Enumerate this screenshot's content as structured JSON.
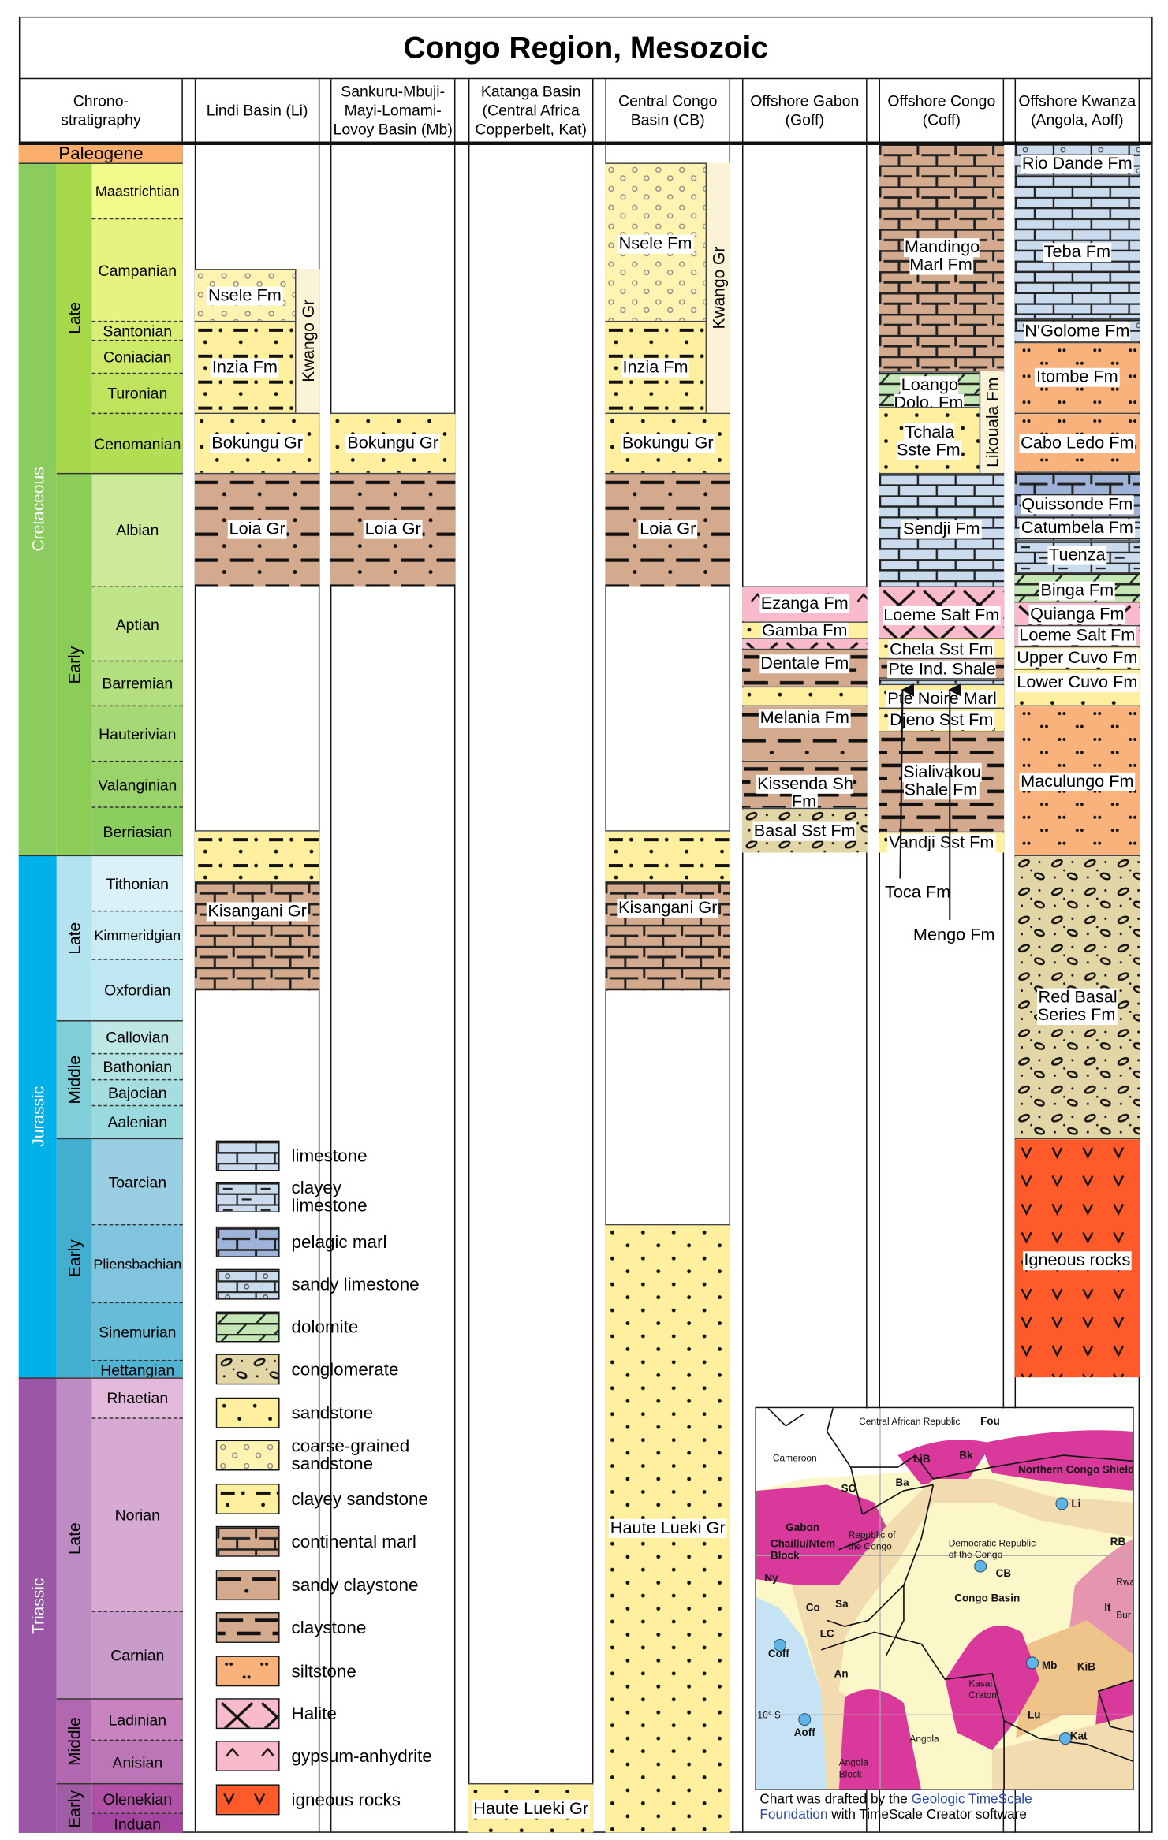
{
  "title": "Congo Region, Mesozoic",
  "header": {
    "chrono": "Chrono-\nstratigraphy",
    "columns": [
      "Lindi Basin (Li)",
      "Sankuru-Mbuji-\nMayi-Lomami-\nLovoy Basin (Mb)",
      "Katanga Basin\n(Central Africa\nCopperbelt, Kat)",
      "Central Congo\nBasin (CB)",
      "Offshore Gabon\n(Goff)",
      "Offshore Congo\n(Coff)",
      "Offshore Kwanza\n(Angola, Aoff)"
    ]
  },
  "chrono": {
    "top": {
      "name": "Paleogene",
      "color": "#FBAE6C"
    },
    "periods": [
      {
        "name": "Cretaceous",
        "color": "#8CCB5E"
      },
      {
        "name": "Jurassic",
        "color": "#00B0E8"
      },
      {
        "name": "Triassic",
        "color": "#9A57A5"
      }
    ],
    "epochs": [
      {
        "name": "Late",
        "color": "#A6D84A"
      },
      {
        "name": "Early",
        "color": "#8CCD57"
      },
      {
        "name": "Late",
        "color": "#B3E3EE"
      },
      {
        "name": "Middle",
        "color": "#80CFD8"
      },
      {
        "name": "Early",
        "color": "#42AED0"
      },
      {
        "name": "Late",
        "color": "#BD8CC3"
      },
      {
        "name": "Middle",
        "color": "#B168B1"
      },
      {
        "name": "Early",
        "color": "#A05DA5"
      }
    ],
    "stages": [
      {
        "name": "Maastrichtian",
        "color": "#F2FA8C"
      },
      {
        "name": "Campanian",
        "color": "#E6F47F"
      },
      {
        "name": "Santonian",
        "color": "#D9EF74"
      },
      {
        "name": "Coniacian",
        "color": "#CCE968"
      },
      {
        "name": "Turonian",
        "color": "#BFE35D"
      },
      {
        "name": "Cenomanian",
        "color": "#B3DE53"
      },
      {
        "name": "Albian",
        "color": "#CCEA97"
      },
      {
        "name": "Aptian",
        "color": "#BFE48A"
      },
      {
        "name": "Barremian",
        "color": "#B3DF7F"
      },
      {
        "name": "Hauterivian",
        "color": "#A6D975"
      },
      {
        "name": "Valanginian",
        "color": "#99D36A"
      },
      {
        "name": "Berriasian",
        "color": "#8CCD60"
      },
      {
        "name": "Tithonian",
        "color": "#D9F1F7"
      },
      {
        "name": "Kimmeridgian",
        "color": "#CCECF4"
      },
      {
        "name": "Oxfordian",
        "color": "#BFE7F1"
      },
      {
        "name": "Callovian",
        "color": "#BFE7E5"
      },
      {
        "name": "Bathonian",
        "color": "#B3E2E3"
      },
      {
        "name": "Bajocian",
        "color": "#A6DDE0"
      },
      {
        "name": "Aalenian",
        "color": "#9AD9DD"
      },
      {
        "name": "Toarcian",
        "color": "#99CEE3"
      },
      {
        "name": "Pliensbachian",
        "color": "#80C5DD"
      },
      {
        "name": "Sinemurian",
        "color": "#67BCD8"
      },
      {
        "name": "Hettangian",
        "color": "#4EB3D3"
      },
      {
        "name": "Rhaetian",
        "color": "#E3B9DB"
      },
      {
        "name": "Norian",
        "color": "#D6AAD3"
      },
      {
        "name": "Carnian",
        "color": "#C99BCB"
      },
      {
        "name": "Ladinian",
        "color": "#C983BF"
      },
      {
        "name": "Anisian",
        "color": "#BC75B7"
      },
      {
        "name": "Olenekian",
        "color": "#B051A5"
      },
      {
        "name": "Induan",
        "color": "#A4469F"
      }
    ]
  },
  "columns": [
    {
      "units": [
        {
          "label": "Nsele Fm",
          "lithology": "coarse-sandstone"
        },
        {
          "label": "Inzia Fm",
          "lithology": "clayey-sandstone"
        },
        {
          "label": "Bokungu Gr",
          "lithology": "sandstone"
        },
        {
          "label": "Loia Gr",
          "lithology": "sandy-claystone"
        },
        {
          "label": "",
          "lithology": "clayey-sandstone"
        },
        {
          "label": "Kisangani Gr",
          "lithology": "continental-marl"
        }
      ],
      "groups": [
        "Kwango Gr"
      ]
    },
    {
      "units": [
        {
          "label": "Bokungu Gr",
          "lithology": "sandstone"
        },
        {
          "label": "Loia Gr",
          "lithology": "sandy-claystone"
        }
      ],
      "groups": []
    },
    {
      "units": [
        {
          "label": "Haute Lueki Gr",
          "lithology": "sandstone"
        }
      ],
      "groups": []
    },
    {
      "units": [
        {
          "label": "Nsele Fm",
          "lithology": "coarse-sandstone"
        },
        {
          "label": "Inzia Fm",
          "lithology": "clayey-sandstone"
        },
        {
          "label": "Bokungu Gr",
          "lithology": "sandstone"
        },
        {
          "label": "Loia Gr",
          "lithology": "sandy-claystone"
        },
        {
          "label": "",
          "lithology": "clayey-sandstone"
        },
        {
          "label": "Kisangani Gr",
          "lithology": "continental-marl"
        },
        {
          "label": "Haute Lueki Gr",
          "lithology": "sandstone"
        }
      ],
      "groups": [
        "Kwango Gr"
      ]
    },
    {
      "units": [
        {
          "label": "Ezanga Fm",
          "lithology": "gypsum-anhydrite"
        },
        {
          "label": "Gamba Fm",
          "lithology": "sandstone"
        },
        {
          "label": "",
          "lithology": "halite"
        },
        {
          "label": "Dentale Fm",
          "lithology": "claystone"
        },
        {
          "label": "",
          "lithology": "sandstone"
        },
        {
          "label": "Melania Fm",
          "lithology": "sandy-claystone"
        },
        {
          "label": "Kissenda Sh Fm",
          "lithology": "claystone"
        },
        {
          "label": "Basal Sst Fm",
          "lithology": "conglomerate"
        }
      ],
      "groups": []
    },
    {
      "units": [
        {
          "label": "Mandingo\nMarl Fm",
          "lithology": "continental-marl"
        },
        {
          "label": "Loango\nDolo. Fm",
          "lithology": "dolomite"
        },
        {
          "label": "Tchala\nSste Fm",
          "lithology": "sandstone"
        },
        {
          "label": "Sendji Fm",
          "lithology": "limestone"
        },
        {
          "label": "Loeme Salt Fm",
          "lithology": "halite"
        },
        {
          "label": "Chela Sst Fm",
          "lithology": "sandstone"
        },
        {
          "label": "Pte Ind. Shale Fm",
          "lithology": "claystone"
        },
        {
          "label": "",
          "lithology": "limestone"
        },
        {
          "label": "Pte Noire Marl Fm",
          "lithology": "sandstone"
        },
        {
          "label": "Djeno Sst Fm",
          "lithology": "sandstone"
        },
        {
          "label": "Sialivakou\nShale Fm",
          "lithology": "claystone"
        },
        {
          "label": "Vandji Sst Fm",
          "lithology": "sandstone"
        }
      ],
      "groups": [
        "Likouala Fm"
      ],
      "annotations": [
        "Toca Fm",
        "Mengo Fm"
      ]
    },
    {
      "units": [
        {
          "label": "Rio Dande Fm",
          "lithology": "sandy-limestone"
        },
        {
          "label": "Teba Fm",
          "lithology": "limestone"
        },
        {
          "label": "N'Golome Fm",
          "lithology": "sandy-limestone"
        },
        {
          "label": "Itombe Fm",
          "lithology": "siltstone"
        },
        {
          "label": "Cabo Ledo Fm",
          "lithology": "siltstone"
        },
        {
          "label": "Quissonde Fm",
          "lithology": "pelagic-marl"
        },
        {
          "label": "Catumbela Fm",
          "lithology": "clayey-limestone"
        },
        {
          "label": "Tuenza",
          "lithology": "clayey-limestone"
        },
        {
          "label": "Binga Fm",
          "lithology": "dolomite"
        },
        {
          "label": "Quianga Fm",
          "lithology": "halite"
        },
        {
          "label": "Loeme Salt Fm",
          "lithology": "halite"
        },
        {
          "label": "Upper Cuvo Fm",
          "lithology": "sandstone"
        },
        {
          "label": "Lower Cuvo Fm",
          "lithology": "sandstone"
        },
        {
          "label": "Maculungo Fm",
          "lithology": "siltstone"
        },
        {
          "label": "Red Basal\nSeries Fm",
          "lithology": "conglomerate"
        },
        {
          "label": "Igneous rocks",
          "lithology": "igneous-rocks"
        }
      ],
      "groups": []
    }
  ],
  "legend": [
    {
      "label": "limestone",
      "lithology": "limestone"
    },
    {
      "label": "clayey\nlimestone",
      "lithology": "clayey-limestone"
    },
    {
      "label": "pelagic marl",
      "lithology": "pelagic-marl"
    },
    {
      "label": "sandy limestone",
      "lithology": "sandy-limestone"
    },
    {
      "label": "dolomite",
      "lithology": "dolomite"
    },
    {
      "label": "conglomerate",
      "lithology": "conglomerate"
    },
    {
      "label": "sandstone",
      "lithology": "sandstone"
    },
    {
      "label": "coarse-grained\nsandstone",
      "lithology": "coarse-sandstone"
    },
    {
      "label": "clayey sandstone",
      "lithology": "clayey-sandstone"
    },
    {
      "label": "continental marl",
      "lithology": "continental-marl"
    },
    {
      "label": "sandy claystone",
      "lithology": "sandy-claystone"
    },
    {
      "label": "claystone",
      "lithology": "claystone"
    },
    {
      "label": "siltstone",
      "lithology": "siltstone"
    },
    {
      "label": "Halite",
      "lithology": "halite"
    },
    {
      "label": "gypsum-anhydrite",
      "lithology": "gypsum-anhydrite"
    },
    {
      "label": "igneous rocks",
      "lithology": "igneous-rocks"
    }
  ],
  "map": {
    "labels": [
      "Central African Republic",
      "Fou",
      "Cameroon",
      "LiB",
      "Bk",
      "Northern Congo Shield",
      "SO",
      "Ba",
      "Li",
      "Gabon",
      "Republic of\nthe Congo",
      "Democratic Republic\nof the Congo",
      "Chaillu/Ntem\nBlock",
      "RB",
      "Ny",
      "CB",
      "Congo Basin",
      "Co",
      "Sa",
      "It",
      "Rwa",
      "Bur",
      "LC",
      "Coff",
      "Mb",
      "KiB",
      "An",
      "Kasai\nCraton",
      "10° S",
      "Lu",
      "Aoff",
      "Angola",
      "Kat",
      "Angola\nBlock"
    ],
    "sites": [
      "Li",
      "CB",
      "Coff",
      "Mb",
      "Aoff",
      "Kat"
    ]
  },
  "credit": {
    "prefix": "Chart was drafted by the ",
    "link": "Geologic TimeScale\nFoundation",
    "suffix": " with TimeScale Creator software"
  }
}
